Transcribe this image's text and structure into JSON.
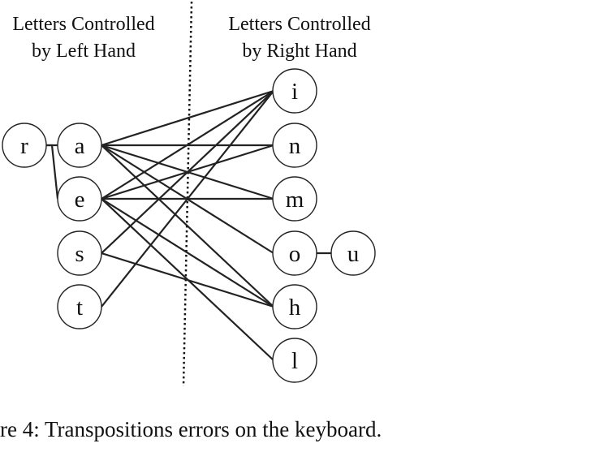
{
  "headings": {
    "left": {
      "line1": "Letters Controlled",
      "line2": "by Left Hand"
    },
    "right": {
      "line1": "Letters Controlled",
      "line2": "by Right Hand"
    }
  },
  "left_nodes": [
    "r",
    "a",
    "e",
    "s",
    "t"
  ],
  "right_nodes": [
    "i",
    "n",
    "m",
    "o",
    "h",
    "l",
    "u"
  ],
  "edges": [
    [
      "r",
      "a"
    ],
    [
      "r",
      "e"
    ],
    [
      "o",
      "u"
    ],
    [
      "a",
      "i"
    ],
    [
      "a",
      "n"
    ],
    [
      "a",
      "m"
    ],
    [
      "a",
      "o"
    ],
    [
      "a",
      "h"
    ],
    [
      "e",
      "i"
    ],
    [
      "e",
      "n"
    ],
    [
      "e",
      "m"
    ],
    [
      "e",
      "h"
    ],
    [
      "e",
      "l"
    ],
    [
      "s",
      "i"
    ],
    [
      "s",
      "h"
    ],
    [
      "t",
      "i"
    ]
  ],
  "caption": "re 4: Transpositions errors on the keyboard."
}
